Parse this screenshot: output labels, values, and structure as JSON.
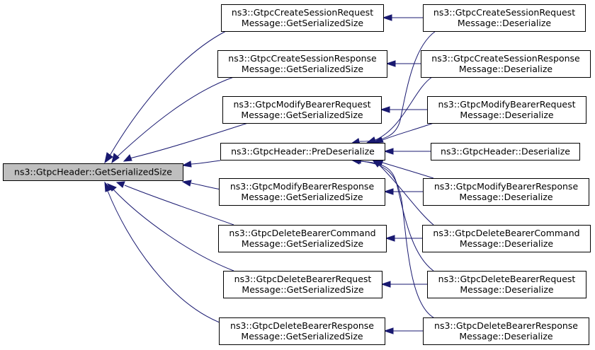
{
  "graph": {
    "edge_color": "#191970",
    "root_fill": "#bfbfbf",
    "nodes": {
      "root": {
        "lines": [
          "ns3::GtpcHeader::GetSerializedSize"
        ]
      },
      "createReqGSS": {
        "lines": [
          "ns3::GtpcCreateSessionRequest",
          "Message::GetSerializedSize"
        ]
      },
      "createRespGSS": {
        "lines": [
          "ns3::GtpcCreateSessionResponse",
          "Message::GetSerializedSize"
        ]
      },
      "modifyReqGSS": {
        "lines": [
          "ns3::GtpcModifyBearerRequest",
          "Message::GetSerializedSize"
        ]
      },
      "preDeser": {
        "lines": [
          "ns3::GtpcHeader::PreDeserialize"
        ]
      },
      "modifyRespGSS": {
        "lines": [
          "ns3::GtpcModifyBearerResponse",
          "Message::GetSerializedSize"
        ]
      },
      "delCmdGSS": {
        "lines": [
          "ns3::GtpcDeleteBearerCommand",
          "Message::GetSerializedSize"
        ]
      },
      "delReqGSS": {
        "lines": [
          "ns3::GtpcDeleteBearerRequest",
          "Message::GetSerializedSize"
        ]
      },
      "delRespGSS": {
        "lines": [
          "ns3::GtpcDeleteBearerResponse",
          "Message::GetSerializedSize"
        ]
      },
      "createReqDes": {
        "lines": [
          "ns3::GtpcCreateSessionRequest",
          "Message::Deserialize"
        ]
      },
      "createRespDes": {
        "lines": [
          "ns3::GtpcCreateSessionResponse",
          "Message::Deserialize"
        ]
      },
      "modifyReqDes": {
        "lines": [
          "ns3::GtpcModifyBearerRequest",
          "Message::Deserialize"
        ]
      },
      "headerDes": {
        "lines": [
          "ns3::GtpcHeader::Deserialize"
        ]
      },
      "modifyRespDes": {
        "lines": [
          "ns3::GtpcModifyBearerResponse",
          "Message::Deserialize"
        ]
      },
      "delCmdDes": {
        "lines": [
          "ns3::GtpcDeleteBearerCommand",
          "Message::Deserialize"
        ]
      },
      "delReqDes": {
        "lines": [
          "ns3::GtpcDeleteBearerRequest",
          "Message::Deserialize"
        ]
      },
      "delRespDes": {
        "lines": [
          "ns3::GtpcDeleteBearerResponse",
          "Message::Deserialize"
        ]
      }
    },
    "edges": [
      {
        "from": "createReqGSS",
        "to": "root"
      },
      {
        "from": "createRespGSS",
        "to": "root"
      },
      {
        "from": "modifyReqGSS",
        "to": "root"
      },
      {
        "from": "preDeser",
        "to": "root"
      },
      {
        "from": "modifyRespGSS",
        "to": "root"
      },
      {
        "from": "delCmdGSS",
        "to": "root"
      },
      {
        "from": "delReqGSS",
        "to": "root"
      },
      {
        "from": "delRespGSS",
        "to": "root"
      },
      {
        "from": "createReqDes",
        "to": "createReqGSS"
      },
      {
        "from": "createRespDes",
        "to": "createRespGSS"
      },
      {
        "from": "modifyReqDes",
        "to": "modifyReqGSS"
      },
      {
        "from": "headerDes",
        "to": "preDeser"
      },
      {
        "from": "modifyRespDes",
        "to": "modifyRespGSS"
      },
      {
        "from": "delCmdDes",
        "to": "delCmdGSS"
      },
      {
        "from": "delReqDes",
        "to": "delReqGSS"
      },
      {
        "from": "delRespDes",
        "to": "delRespGSS"
      },
      {
        "from": "createReqDes",
        "to": "preDeser"
      },
      {
        "from": "createRespDes",
        "to": "preDeser"
      },
      {
        "from": "modifyReqDes",
        "to": "preDeser"
      },
      {
        "from": "modifyRespDes",
        "to": "preDeser"
      },
      {
        "from": "delCmdDes",
        "to": "preDeser"
      },
      {
        "from": "delReqDes",
        "to": "preDeser"
      },
      {
        "from": "delRespDes",
        "to": "preDeser"
      }
    ]
  }
}
